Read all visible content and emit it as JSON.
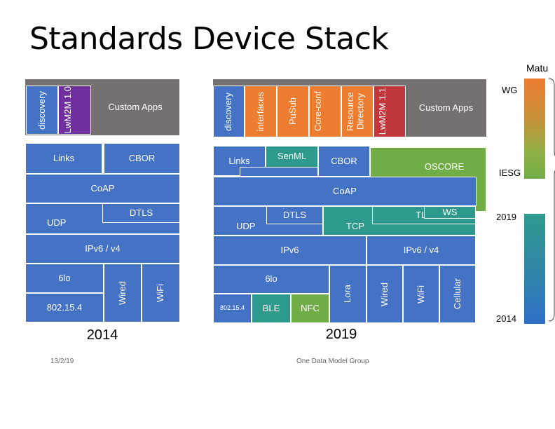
{
  "title": "Standards Device Stack",
  "stack_2014": {
    "year": "2014",
    "discovery": "discovery",
    "lwm2m": "LwM2M 1.0",
    "custom_apps": "Custom Apps",
    "links": "Links",
    "cbor": "CBOR",
    "coap": "CoAP",
    "udp": "UDP",
    "dtls": "DTLS",
    "ip": "IPv6 / v4",
    "sixlo": "6lo",
    "wired": "Wired",
    "wifi": "WiFi",
    "ieee": "802.15.4"
  },
  "stack_2019": {
    "year": "2019",
    "discovery": "discovery",
    "interfaces": "interfaces",
    "pusub": "PuSub",
    "coreconf": "Core-conf",
    "resource_directory": "Resource Directory",
    "lwm2m": "LwM2M 1.1",
    "custom_apps": "Custom Apps",
    "links": "Links",
    "senml": "SenML",
    "cbor": "CBOR",
    "oscore": "OSCORE",
    "coap": "CoAP",
    "udp": "UDP",
    "dtls": "DTLS",
    "tcp": "TCP",
    "tls": "TLS",
    "ws": "WS",
    "ipv6": "IPv6",
    "ipv6v4": "IPv6 / v4",
    "sixlo": "6lo",
    "lora": "Lora",
    "wired": "Wired",
    "wifi": "WiFi",
    "cellular": "Cellular",
    "ieee": "802.15.4",
    "ble": "BLE",
    "nfc": "NFC"
  },
  "maturity": {
    "heading": "Matu",
    "wg": "WG",
    "iesg": "IESG",
    "y2019": "2019",
    "y2014": "2014"
  },
  "footer": {
    "date": "13/2/19",
    "group": "One Data Model Group"
  },
  "colors": {
    "blue": "#4472c4",
    "gray": "#767171",
    "orange": "#ed7d31",
    "purple": "#7030a0",
    "red": "#c0373c",
    "teal": "#2e9a8e",
    "green": "#70ad47"
  }
}
